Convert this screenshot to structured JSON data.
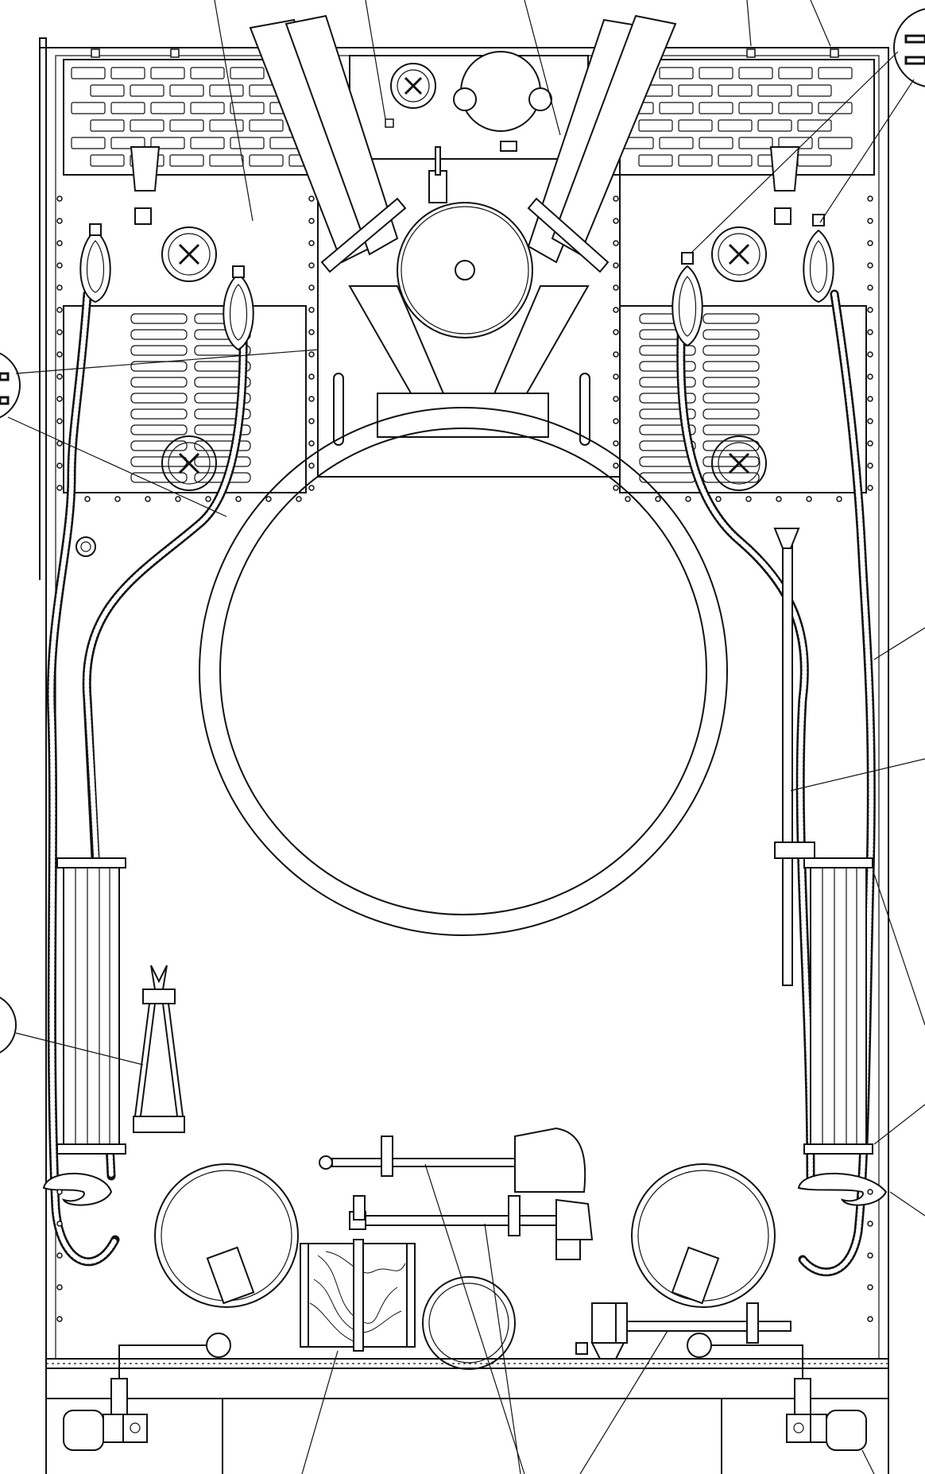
{
  "figure": {
    "title": "",
    "callouts": [
      {
        "id": "callout-left-upper",
        "label": ""
      },
      {
        "id": "callout-left-lower",
        "label": ""
      },
      {
        "id": "callout-right-top",
        "label": ""
      }
    ]
  }
}
